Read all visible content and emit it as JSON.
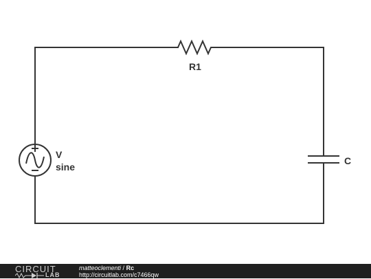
{
  "circuit": {
    "components": [
      {
        "id": "R1",
        "label": "R1",
        "type": "resistor"
      },
      {
        "id": "C",
        "label": "C",
        "type": "capacitor"
      },
      {
        "id": "V",
        "label": "V",
        "type": "ac-voltage-source",
        "subtype_label": "sine"
      }
    ]
  },
  "footer": {
    "logo_top": "CIRCUIT",
    "logo_bottom": "LAB",
    "author": "matteoclementi",
    "separator": "/",
    "title": "Rc",
    "url": "http://circuitlab.com/c7466qw"
  }
}
